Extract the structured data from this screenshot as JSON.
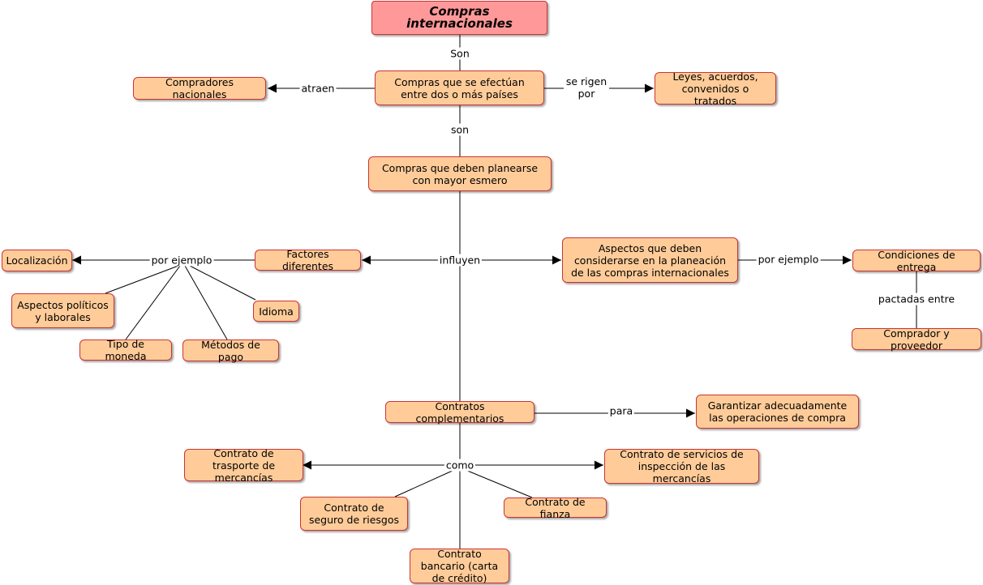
{
  "nodes": {
    "root": "Compras internacionales",
    "compras_paises": "Compras que se efectúan entre dos o más países",
    "compradores_nacionales": "Compradores nacionales",
    "leyes": "Leyes, acuerdos, convenidos o tratados",
    "planearse": "Compras que deben planearse con mayor esmero",
    "factores": "Factores diferentes",
    "localizacion": "Localización",
    "aspectos_politicos": "Aspectos políticos y laborales",
    "idioma": "Idioma",
    "tipo_moneda": "Tipo de moneda",
    "metodos_pago": "Métodos de pago",
    "aspectos_planeacion": "Aspectos que deben considerarse en la planeación de las compras internacionales",
    "condiciones_entrega": "Condiciones de entrega",
    "comprador_proveedor": "Comprador y proveedor",
    "contratos_complementarios": "Contratos complementarios",
    "garantizar": "Garantizar adecuadamente las operaciones de compra",
    "contrato_transporte": "Contrato de trasporte de mercancías",
    "contrato_servicios": "Contrato de servicios de inspección de las mercancías",
    "contrato_seguro": "Contrato de seguro de riesgos",
    "contrato_fianza": "Contrato de fianza",
    "contrato_bancario": "Contrato bancario (carta de crédito)"
  },
  "links": {
    "son_1": "Son",
    "atraen": "atraen",
    "se_rigen_por": "se rigen por",
    "son_2": "son",
    "por_ejemplo_1": "por ejemplo",
    "influyen": "influyen",
    "por_ejemplo_2": "por ejemplo",
    "pactadas_entre": "pactadas entre",
    "para": "para",
    "como": "como"
  },
  "colors": {
    "node_fill": "#ffcc99",
    "root_fill": "#ff9999",
    "node_border": "#cc3333",
    "line": "#000000"
  }
}
